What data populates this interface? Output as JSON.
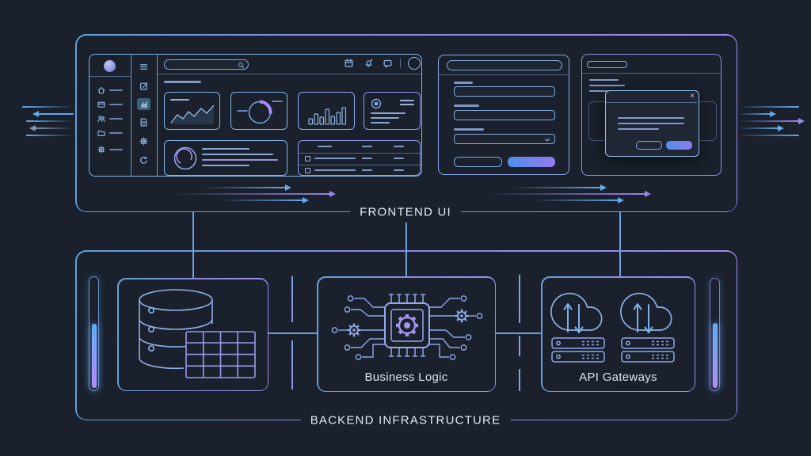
{
  "colors": {
    "background": "#1a212c",
    "blue": "#74b1e8",
    "blue_soft": "#5d8fc2",
    "purple": "#9d8cf0",
    "text": "#e6ecf5",
    "teal_active_bg": "#3c7d9e",
    "btn_grad_start": "#4f8fe8",
    "btn_grad_end": "#9579ef",
    "pill_grad_start": "#5cb0f4",
    "pill_grad_end": "#b38cf4"
  },
  "frontend": {
    "label": "FRONTEND UI",
    "dashboard": {
      "sidebar_icons": [
        "home-icon",
        "billing-icon",
        "users-icon",
        "folder-icon",
        "settings-icon"
      ],
      "rail_icons": [
        "menu-icon",
        "edit-icon",
        "chart-icon",
        "document-icon",
        "settings-icon",
        "history-icon"
      ],
      "topbar_icons": [
        "search-icon",
        "calendar-icon",
        "bell-icon",
        "chat-icon",
        "avatar"
      ]
    },
    "modal": {
      "close_glyph": "×"
    }
  },
  "backend": {
    "label": "BACKEND INFRASTRUCTURE",
    "cards": [
      {
        "id": "database",
        "label": ""
      },
      {
        "id": "business-logic",
        "label": "Business Logic"
      },
      {
        "id": "api-gateways",
        "label": "API Gateways"
      }
    ],
    "pills": {
      "left_fill_pct": 57,
      "right_fill_pct": 58
    }
  }
}
